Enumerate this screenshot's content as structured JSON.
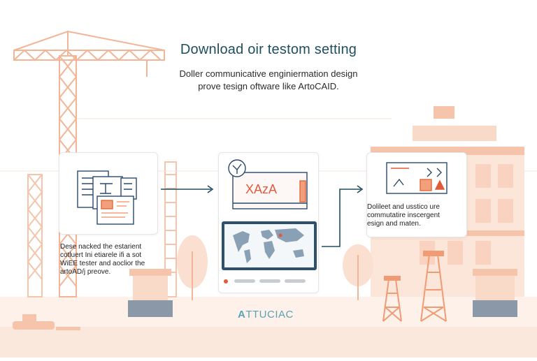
{
  "header": {
    "title": "Download oir testom setting",
    "subtitle_lines": [
      "Doller communicative enginiermation design",
      "prove tesign oftware like ArtoCAID."
    ]
  },
  "steps": [
    {
      "caption_lines": [
        "Dese nacked the estarient",
        "cotluert Ini etiarele ifi a sot",
        "WiEE tester and aoclior the",
        "artoAD/j preove."
      ]
    },
    {
      "screen_text": "XAzA"
    },
    {
      "caption_lines": [
        "Dolileet and usstico ure",
        "commutatire inscergent",
        "esign and maten."
      ]
    }
  ],
  "brand": {
    "logo_text": "TTUCIAC",
    "logo_letter": "A"
  },
  "colors": {
    "accent_orange": "#f2a07b",
    "light_peach": "#f9d9c8",
    "dark_teal": "#1f4e5f",
    "card_blue": "#2a4a6a",
    "brand_teal": "#5aa2b5",
    "map_blue": "#4a6a8a"
  }
}
